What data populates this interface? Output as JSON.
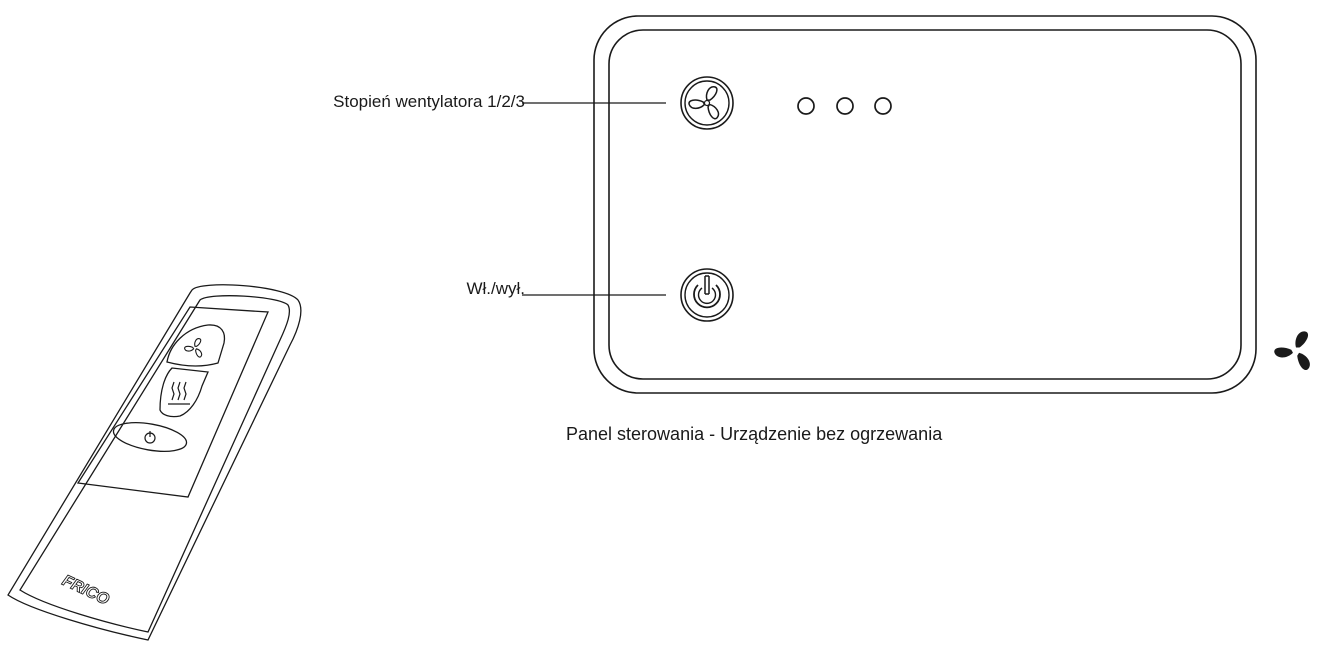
{
  "labels": {
    "fan_speed": "Stopień wentylatora 1/2/3",
    "power": "Wł./wył."
  },
  "caption": "Panel sterowania  -  Urządzenie bez ogrzewania",
  "remote": {
    "brand_text": "FRICO",
    "buttons": [
      "fan-icon",
      "heat-icon",
      "power-icon"
    ]
  },
  "panel": {
    "fan_button_icon": "fan-icon",
    "power_button_icon": "power-icon",
    "speed_indicators": 3
  },
  "corner_icon": "fan-icon",
  "colors": {
    "stroke": "#1a1a1a",
    "background": "#ffffff"
  }
}
